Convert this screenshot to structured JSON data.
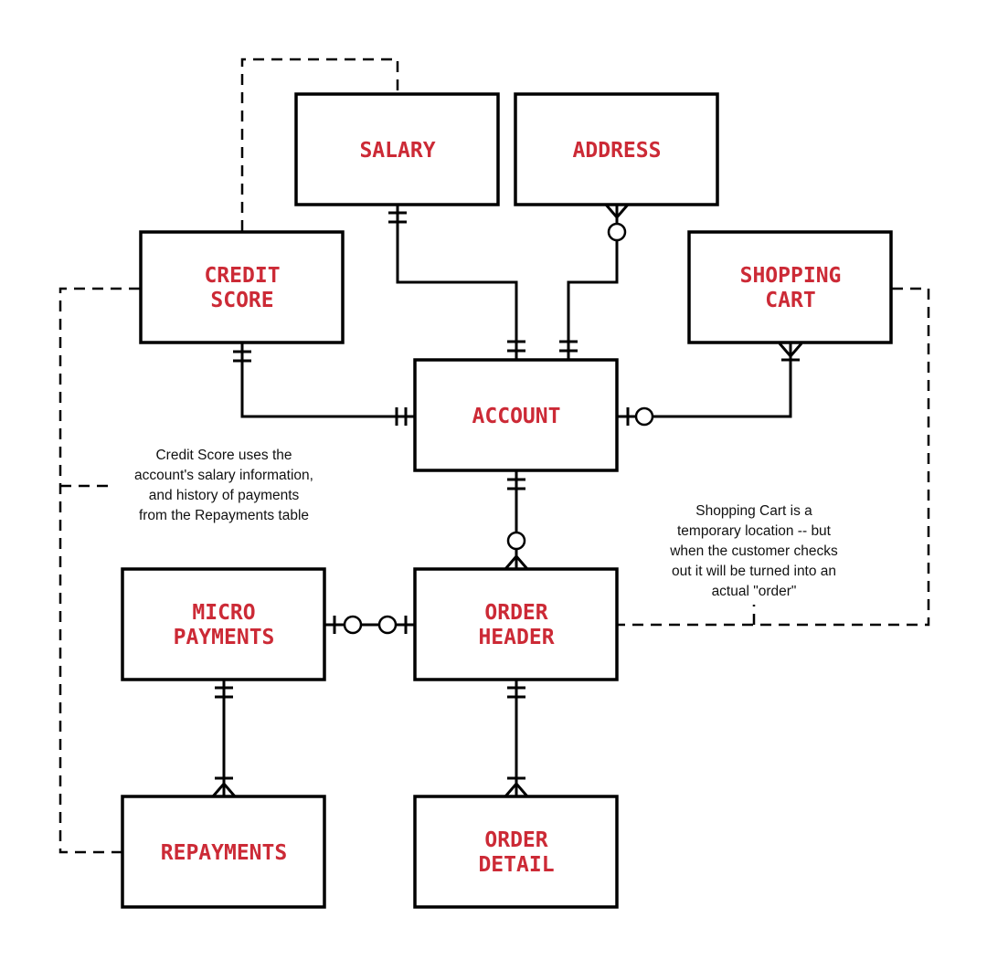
{
  "entities": {
    "salary": {
      "line1": "SALARY"
    },
    "address": {
      "line1": "ADDRESS"
    },
    "credit_score": {
      "line1": "CREDIT",
      "line2": "SCORE"
    },
    "shopping_cart": {
      "line1": "SHOPPING",
      "line2": "CART"
    },
    "account": {
      "line1": "ACCOUNT"
    },
    "micro_payments": {
      "line1": "MICRO",
      "line2": "PAYMENTS"
    },
    "order_header": {
      "line1": "ORDER",
      "line2": "HEADER"
    },
    "repayments": {
      "line1": "REPAYMENTS"
    },
    "order_detail": {
      "line1": "ORDER",
      "line2": "DETAIL"
    }
  },
  "notes": {
    "credit_score_note": [
      "Credit Score uses the",
      "account's salary information,",
      "and history of payments",
      "from the Repayments table"
    ],
    "shopping_cart_note": [
      "Shopping Cart is a",
      "temporary location -- but",
      "when the customer checks",
      "out it will be turned into an",
      "actual \"order\""
    ]
  },
  "colors": {
    "entity_text": "#cc2a36",
    "lines": "#000000",
    "note_text": "#111111"
  }
}
